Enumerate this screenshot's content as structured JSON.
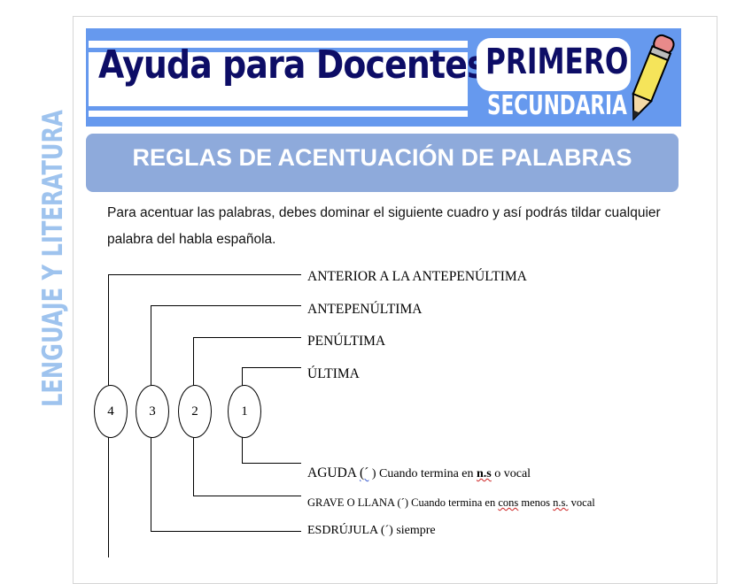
{
  "banner": {
    "title": "Ayuda para Docentes",
    "grade": "PRIMERO",
    "level": "SECUNDARIA",
    "colors": {
      "banner": "#6699ee",
      "title": "#0d0d66"
    }
  },
  "heading": "REGLAS DE ACENTUACIÓN DE PALABRAS",
  "side_label": "LENGUAJE Y LITERATURA",
  "intro": "Para acentuar las palabras, debes dominar el siguiente cuadro y así podrás tildar cualquier palabra del habla española.",
  "diagram": {
    "positions": [
      "ANTERIOR A LA ANTEPENÚLTIMA",
      "ANTEPENÚLTIMA",
      "PENÚLTIMA",
      "ÚLTIMA"
    ],
    "numbers": [
      "4",
      "3",
      "2",
      "1"
    ],
    "rules": {
      "aguda": {
        "a": "AGUDA ",
        "mark": "(´",
        "b": " ) Cuando termina en ",
        "ns": "n.s",
        "c": " o vocal"
      },
      "grave": {
        "a": "GRAVE  O LLANA (´) Cuando termina en ",
        "cons": "cons",
        "b": " menos ",
        "ns": "n.s.",
        "c": " vocal"
      },
      "esdrujula": "ESDRÚJULA (´) siempre"
    }
  }
}
